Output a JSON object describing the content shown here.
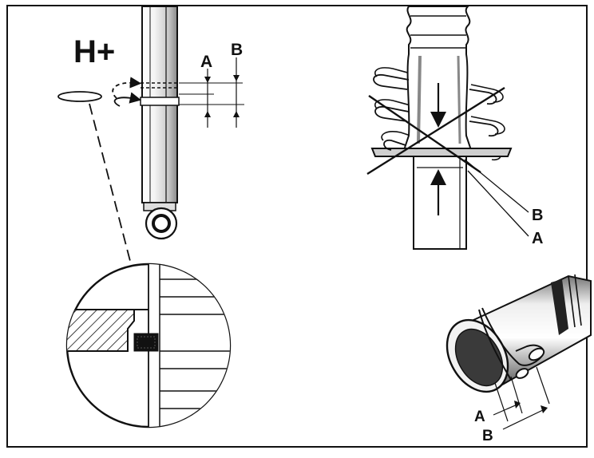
{
  "title": "H+",
  "labels": {
    "a": "A",
    "b": "B"
  },
  "colors": {
    "ink": "#111111",
    "paper": "#ffffff",
    "shade": "#cfcfcf",
    "dark": "#2a2a2a"
  }
}
